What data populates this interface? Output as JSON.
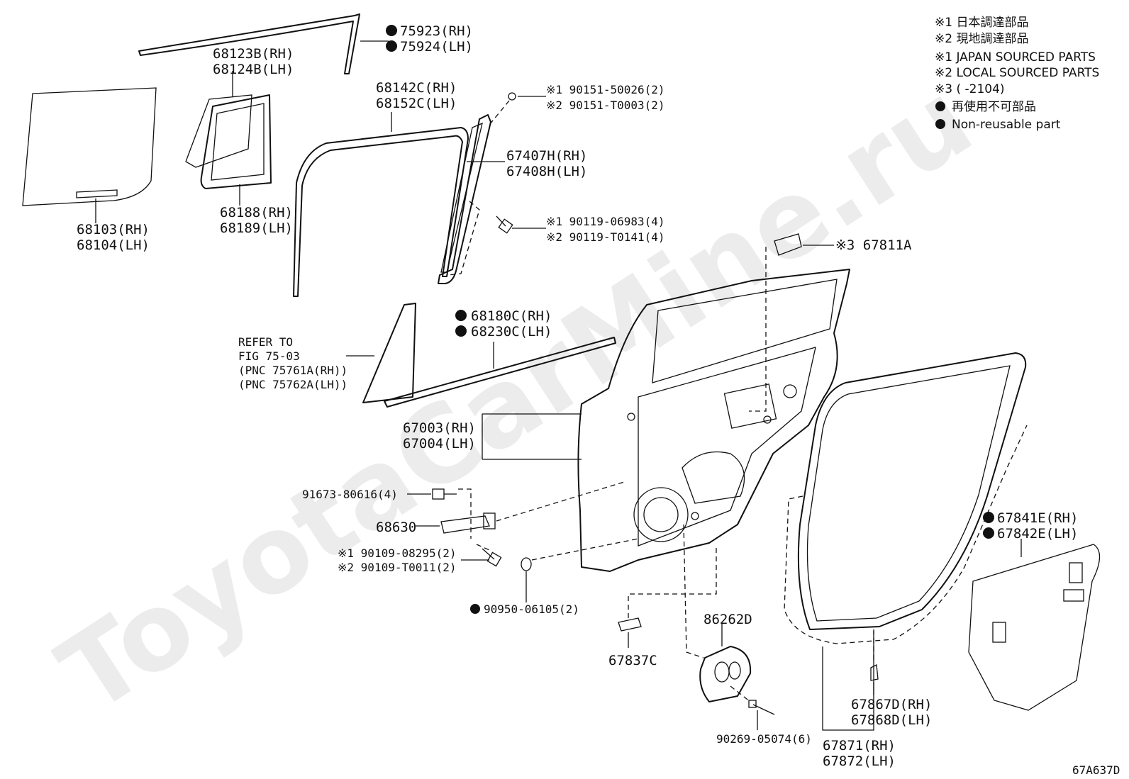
{
  "watermark": "ToyotaCarMine.ru",
  "legend": {
    "l1": "※1 日本調達部品",
    "l2": "※2 現地調達部品",
    "l3": "※1 JAPAN SOURCED PARTS",
    "l4": "※2 LOCAL SOURCED PARTS",
    "l5": "※3 (    -2104)",
    "l6": "再使用不可部品",
    "l7": "Non-reusable part"
  },
  "labels": {
    "p75923": "75923(RH)",
    "p75924": "75924(LH)",
    "p68123B": "68123B(RH)",
    "p68124B": "68124B(LH)",
    "p68142C": "68142C(RH)",
    "p68152C": "68152C(LH)",
    "p90151a": "※1 90151-50026(2)",
    "p90151b": "※2 90151-T0003(2)",
    "p67407H": "67407H(RH)",
    "p67408H": "67408H(LH)",
    "p90119a": "※1 90119-06983(4)",
    "p90119b": "※2 90119-T0141(4)",
    "p67811A": "※3 67811A",
    "p68103": "68103(RH)",
    "p68104": "68104(LH)",
    "p68188": "68188(RH)",
    "p68189": "68189(LH)",
    "refer1": "REFER TO",
    "refer2": "FIG 75-03",
    "refer3": "(PNC 75761A(RH))",
    "refer4": "(PNC 75762A(LH))",
    "p68180C": "68180C(RH)",
    "p68230C": "68230C(LH)",
    "p67003": "67003(RH)",
    "p67004": "67004(LH)",
    "p91673": "91673-80616(4)",
    "p68630": "68630",
    "p90109a": "※1 90109-08295(2)",
    "p90109b": "※2 90109-T0011(2)",
    "p90950": "90950-06105(2)",
    "p67837C": "67837C",
    "p86262D": "86262D",
    "p90269": "90269-05074(6)",
    "p67841E": "67841E(RH)",
    "p67842E": "67842E(LH)",
    "p67867D": "67867D(RH)",
    "p67868D": "67868D(LH)",
    "p67871": "67871(RH)",
    "p67872": "67872(LH)",
    "figcode": "67A637D"
  }
}
